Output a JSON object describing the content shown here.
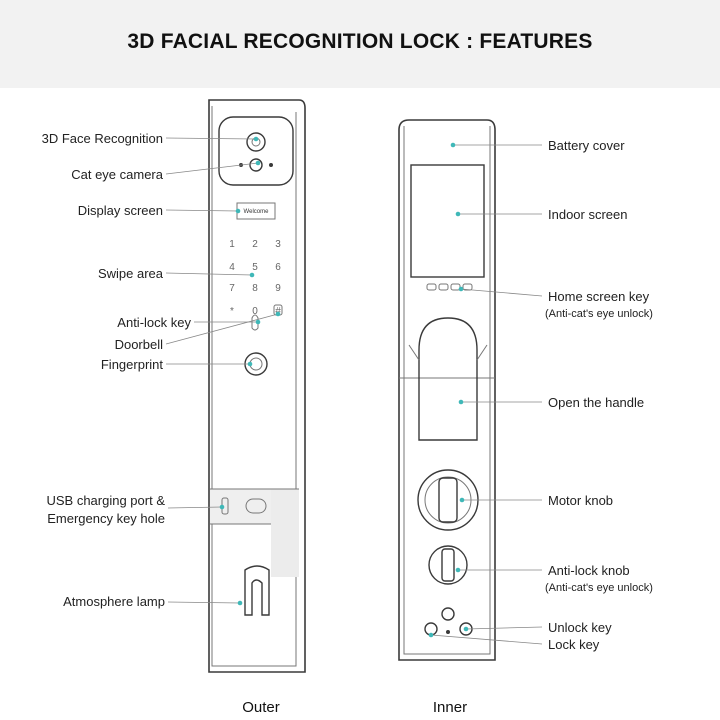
{
  "header": {
    "title": "3D FACIAL RECOGNITION LOCK : FEATURES"
  },
  "outer": {
    "caption": "Outer",
    "screen_text": "Welcome",
    "keys": [
      "1",
      "2",
      "3",
      "4",
      "5",
      "6",
      "7",
      "8",
      "9",
      "*",
      "0",
      "#"
    ],
    "labels": [
      "3D Face Recognition",
      "Cat eye camera",
      "Display screen",
      "Swipe area",
      "Anti-lock key",
      "Doorbell",
      "Fingerprint",
      "USB charging port &",
      "Emergency key hole",
      "Atmosphere lamp"
    ]
  },
  "inner": {
    "caption": "Inner",
    "labels": [
      "Battery cover",
      "Indoor screen",
      "Home screen key",
      "Open the handle",
      "Motor knob",
      "Anti-lock knob",
      "Unlock key",
      "Lock key"
    ],
    "sublabels": [
      "(Anti-cat's eye unlock)",
      "(Anti-cat's eye unlock)"
    ]
  },
  "colors": {
    "accent": "#3fb8b8",
    "outline": "#3a3a3a",
    "header_bg": "#f2f2f2"
  }
}
